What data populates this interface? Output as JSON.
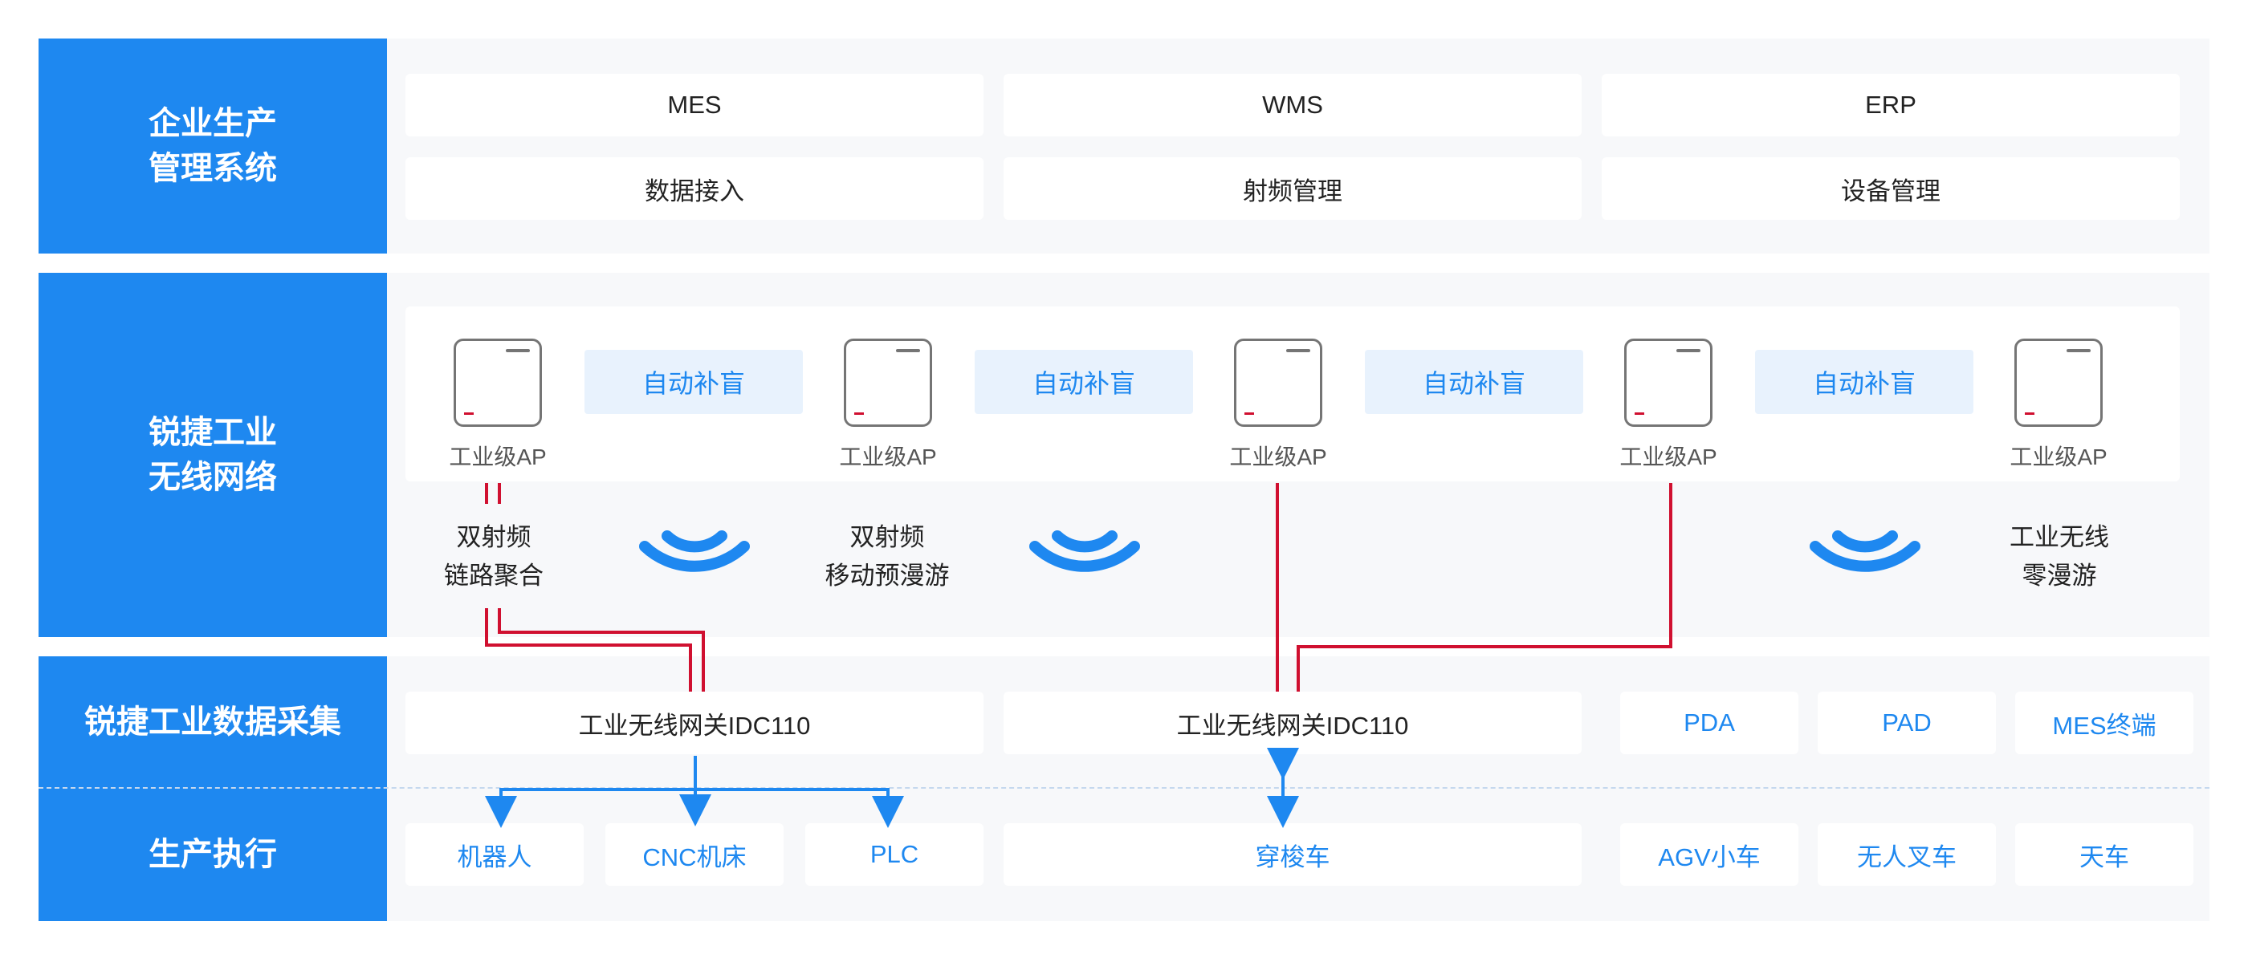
{
  "layers": {
    "enterprise": {
      "line1": "企业生产",
      "line2": "管理系统"
    },
    "wireless": {
      "line1": "锐捷工业",
      "line2": "无线网络"
    },
    "collection": {
      "label": "锐捷工业数据采集"
    },
    "execution": {
      "label": "生产执行"
    }
  },
  "systems": [
    "MES",
    "WMS",
    "ERP"
  ],
  "functions": [
    "数据接入",
    "射频管理",
    "设备管理"
  ],
  "ap_label": "工业级AP",
  "fill_label": "自动补盲",
  "features": [
    {
      "line1": "双射频",
      "line2": "链路聚合"
    },
    {
      "line1": "双射频",
      "line2": "移动预漫游"
    },
    {
      "line1": "工业无线",
      "line2": "零漫游"
    }
  ],
  "gateways": [
    "工业无线网关IDC110",
    "工业无线网关IDC110"
  ],
  "terminals": [
    "PDA",
    "PAD",
    "MES终端"
  ],
  "execution_devices": {
    "group1": [
      "机器人",
      "CNC机床",
      "PLC"
    ],
    "group2": [
      "穿梭车"
    ],
    "group3": [
      "AGV小车",
      "无人叉车",
      "天车"
    ]
  },
  "colors": {
    "blue": "#1e88f0",
    "red": "#d01030",
    "panel": "#f7f8fa",
    "fill_bg": "#e8f2fd"
  }
}
